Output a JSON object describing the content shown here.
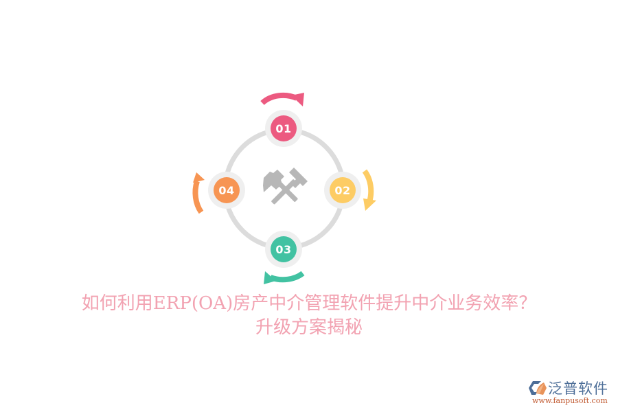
{
  "diagram": {
    "type": "cycle",
    "ring_color": "#dcdcdc",
    "node_halo_color": "#efefef",
    "center_icon": {
      "name": "crossed-hammers-icon",
      "color": "#b7b7b7"
    },
    "nodes": [
      {
        "id": "01",
        "label": "01",
        "color": "#ec5a80",
        "position": "top"
      },
      {
        "id": "02",
        "label": "02",
        "color": "#fdcc64",
        "position": "right"
      },
      {
        "id": "03",
        "label": "03",
        "color": "#42c2a2",
        "position": "bottom"
      },
      {
        "id": "04",
        "label": "04",
        "color": "#f79553",
        "position": "left"
      }
    ],
    "arrows": [
      {
        "position": "top",
        "color": "#ec5a80",
        "direction": "clockwise"
      },
      {
        "position": "right",
        "color": "#fdcc64",
        "direction": "clockwise"
      },
      {
        "position": "bottom",
        "color": "#42c2a2",
        "direction": "clockwise"
      },
      {
        "position": "left",
        "color": "#f79553",
        "direction": "clockwise"
      }
    ]
  },
  "title": {
    "line1": "如何利用ERP(OA)房产中介管理软件提升中介业务效率？",
    "line2": "升级方案揭秘",
    "color": "#f2a2b1"
  },
  "logo": {
    "name": "泛普软件",
    "url": "www.fanpusoft.com",
    "name_color": "#4d6e98",
    "url_color": "#c0582f"
  }
}
